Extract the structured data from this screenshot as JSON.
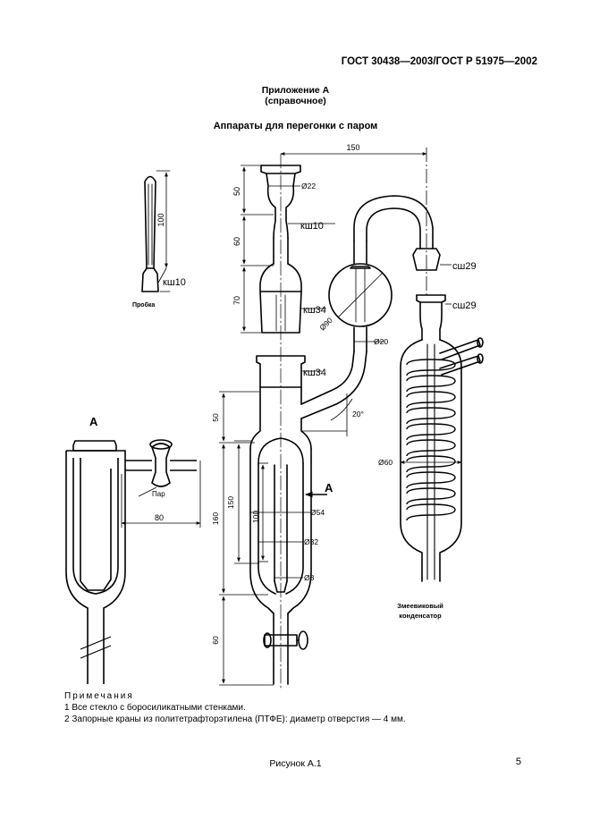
{
  "header": {
    "standard": "ГОСТ 30438—2003/ГОСТ Р 51975—2002"
  },
  "annex": {
    "title": "Приложение А",
    "note": "(справочное)"
  },
  "figure_title": "Аппараты для перегонки с паром",
  "labels": {
    "dim_150_top": "150",
    "dim_50_top": "50",
    "dim_60_top": "60",
    "dim_70": "70",
    "dim_100_stopper": "100",
    "diam_22": "Ø22",
    "ksh10_top": "кш10",
    "ksh10_stopper": "кш10",
    "stopper": "Пробка",
    "ksh34_upper": "кш34",
    "ksh34_lower": "кш34",
    "diam_90": "Ø90",
    "diam_20": "Ø20",
    "angle_20": "20°",
    "sh29_upper": "сш29",
    "sh29_lower": "сш29",
    "diam_60": "Ø60",
    "dim_50_mid": "50",
    "dim_150_mid": "150",
    "dim_160": "160",
    "dim_100_mid": "100",
    "diam_54": "Ø54",
    "diam_32": "Ø32",
    "diam_8": "Ø8",
    "dim_60_bottom": "60",
    "arrow_A": "А",
    "view_A": "А",
    "steam": "Пар",
    "dim_80": "80",
    "condenser_line1": "Змеевиковый",
    "condenser_line2": "конденсатор"
  },
  "notes": {
    "heading": "Примечания",
    "items": [
      "1  Все стекло с боросиликатными стенками.",
      "2  Запорные краны из политетрафторэтилена (ПТФЕ): диаметр отверстия — 4 мм."
    ]
  },
  "caption": "Рисунок А.1",
  "page_number": "5"
}
